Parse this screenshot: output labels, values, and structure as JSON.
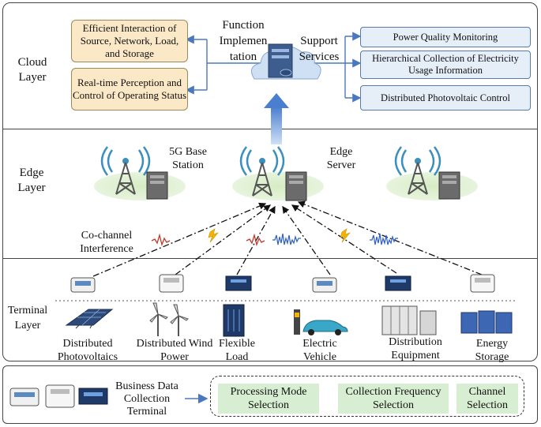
{
  "cloud_layer": {
    "label": "Cloud Layer",
    "left_boxes": [
      "Efficient Interaction of Source, Network, Load, and Storage",
      "Real-time Perception and Control of Operating Status"
    ],
    "function_label": "Function Implemen tation",
    "support_label": "Support Services",
    "services": [
      "Power Quality Monitoring",
      "Hierarchical Collection of Electricity Usage Information",
      "Distributed Photovoltaic Control"
    ]
  },
  "edge_layer": {
    "label": "Edge Layer",
    "base_station_label": "5G Base Station",
    "edge_server_label": "Edge Server",
    "interference_label": "Co-channel Interference"
  },
  "terminal_layer": {
    "label": "Terminal Layer",
    "terminals": [
      "Distributed Photovoltaics",
      "Distributed Wind Power",
      "Flexible Load",
      "Electric Vehicle",
      "Distribution Equipment",
      "Energy Storage"
    ]
  },
  "bottom": {
    "terminal_label": "Business Data Collection Terminal",
    "selections": [
      "Processing Mode Selection",
      "Collection Frequency Selection",
      "Channel Selection"
    ]
  },
  "colors": {
    "cloud_box_fill": "#fbe8c6",
    "service_box_fill": "#e6eef8",
    "arrow_blue": "#4a78c0",
    "selection_fill": "#d8eed2",
    "wave_red": "#c0392b",
    "wave_blue": "#2f5fbf",
    "lightning": "#f4b400"
  }
}
